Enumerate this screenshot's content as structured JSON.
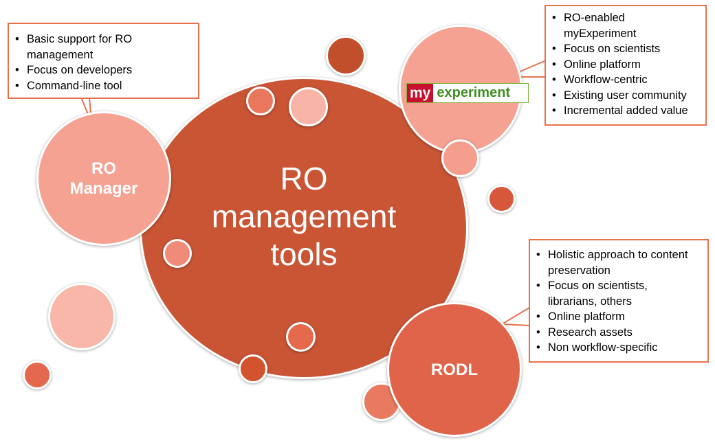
{
  "center": {
    "title_lines": [
      "RO",
      "management",
      "tools"
    ]
  },
  "nodes": {
    "ro_manager": {
      "label_lines": [
        "RO",
        "Manager"
      ]
    },
    "rodl": {
      "label": "RODL"
    },
    "myexperiment": {
      "logo_my": "my",
      "logo_experiment": "experiment"
    }
  },
  "callouts": {
    "ro_manager": {
      "items": [
        "Basic support for RO",
        "management",
        "Focus on developers",
        "Command-line tool"
      ],
      "continuation": [
        false,
        true,
        false,
        false
      ]
    },
    "myexperiment": {
      "items": [
        "RO-enabled",
        "myExperiment",
        "Focus on scientists",
        "Online platform",
        "Workflow-centric",
        "Existing user community",
        "Incremental added value"
      ],
      "continuation": [
        false,
        true,
        false,
        false,
        false,
        false,
        false
      ]
    },
    "rodl": {
      "items": [
        "Holistic approach to content",
        "preservation",
        "Focus on scientists,",
        "librarians, others",
        "Online platform",
        "Research assets",
        "Non workflow-specific"
      ],
      "continuation": [
        false,
        true,
        false,
        true,
        false,
        false,
        false
      ]
    }
  },
  "colors": {
    "main": "#c95535",
    "ro_manager": "#f5a292",
    "myexperiment": "#f5a292",
    "rodl": "#e0644a",
    "callout_border": "#e8714b"
  }
}
